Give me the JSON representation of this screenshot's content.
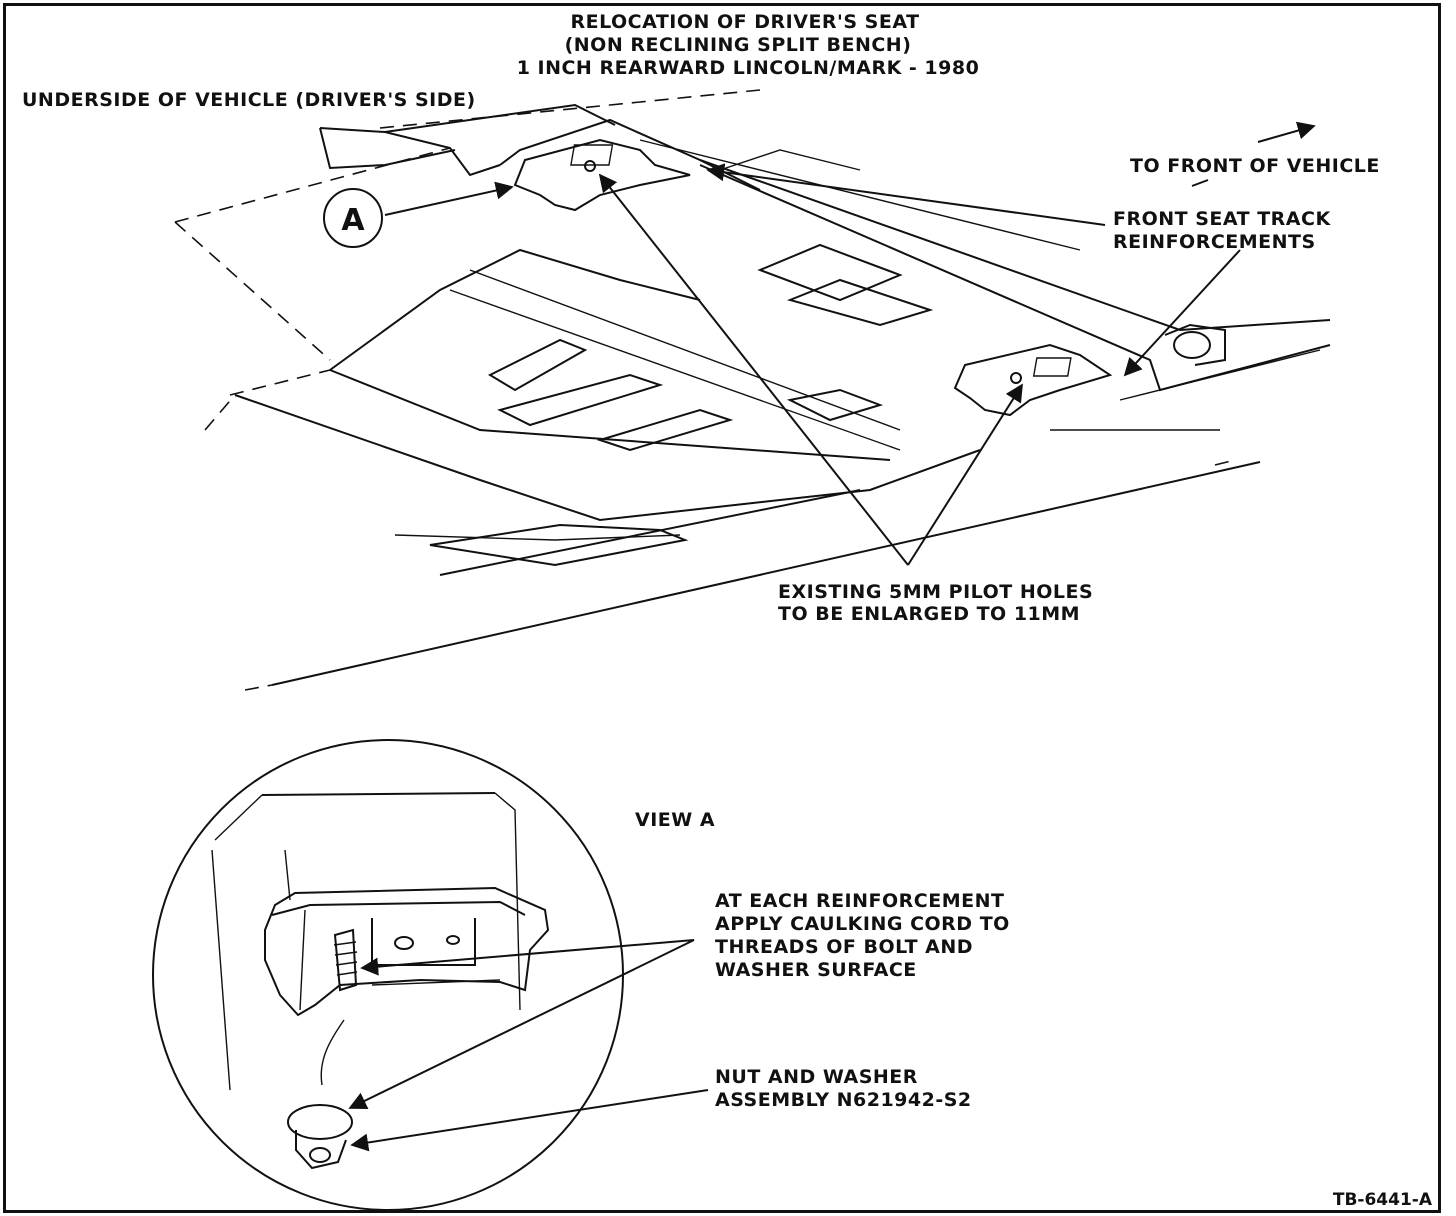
{
  "title": {
    "line1": "RELOCATION OF DRIVER'S SEAT",
    "line2": "(NON RECLINING SPLIT BENCH)",
    "line3": "1  INCH REARWARD LINCOLN/MARK - 1980"
  },
  "labels": {
    "underside": "UNDERSIDE OF VEHICLE (DRIVER'S SIDE)",
    "to_front": "TO FRONT OF VEHICLE",
    "reinforcements_1": "FRONT SEAT TRACK",
    "reinforcements_2": "REINFORCEMENTS",
    "callout_a": "A",
    "pilot_holes_1": "EXISTING  5MM PILOT HOLES",
    "pilot_holes_2": "TO BE ENLARGED TO 11MM",
    "view_a": "VIEW  A",
    "caulk_1": "AT EACH REINFORCEMENT",
    "caulk_2": "APPLY CAULKING CORD TO",
    "caulk_3": "THREADS OF BOLT AND",
    "caulk_4": "WASHER SURFACE",
    "nut_1": "NUT AND WASHER",
    "nut_2": "ASSEMBLY  N621942-S2",
    "figure_id": "TB-6441-A"
  }
}
